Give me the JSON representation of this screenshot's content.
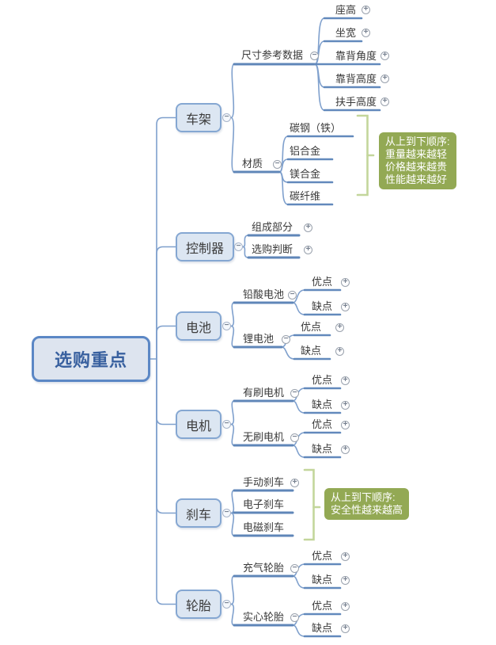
{
  "root": {
    "label": "选购重点"
  },
  "icons": {
    "plus": "+",
    "minus": "−"
  },
  "colors": {
    "connector_line": "#7fa0cd",
    "topic_underline": "#6289bc",
    "node_fill": "#dce6f2",
    "node_border": "#85a7d2",
    "root_border": "#5b87c5",
    "root_text": "#38609f",
    "summary_fill": "#93a954",
    "bracket": "#c3d69b"
  },
  "branches": [
    {
      "label": "车架",
      "children": [
        {
          "label": "尺寸参考数据",
          "expander": "minus",
          "children": [
            {
              "label": "座高",
              "expander": "plus"
            },
            {
              "label": "坐宽",
              "expander": "plus"
            },
            {
              "label": "靠背角度",
              "expander": "plus"
            },
            {
              "label": "靠背高度",
              "expander": "plus"
            },
            {
              "label": "扶手高度",
              "expander": "plus"
            }
          ]
        },
        {
          "label": "材质",
          "expander": "minus",
          "children": [
            {
              "label": "碳钢（铁）"
            },
            {
              "label": "铝合金"
            },
            {
              "label": "镁合金"
            },
            {
              "label": "碳纤维"
            }
          ]
        }
      ]
    },
    {
      "label": "控制器",
      "children": [
        {
          "label": "组成部分",
          "expander": "plus"
        },
        {
          "label": "选购判断",
          "expander": "plus"
        }
      ]
    },
    {
      "label": "电池",
      "children": [
        {
          "label": "铅酸电池",
          "expander": "minus",
          "children": [
            {
              "label": "优点",
              "expander": "plus"
            },
            {
              "label": "缺点",
              "expander": "plus"
            }
          ]
        },
        {
          "label": "锂电池",
          "expander": "minus",
          "children": [
            {
              "label": "优点",
              "expander": "plus"
            },
            {
              "label": "缺点",
              "expander": "plus"
            }
          ]
        }
      ]
    },
    {
      "label": "电机",
      "children": [
        {
          "label": "有刷电机",
          "expander": "minus",
          "children": [
            {
              "label": "优点",
              "expander": "plus"
            },
            {
              "label": "缺点",
              "expander": "plus"
            }
          ]
        },
        {
          "label": "无刷电机",
          "expander": "minus",
          "children": [
            {
              "label": "优点",
              "expander": "plus"
            },
            {
              "label": "缺点",
              "expander": "plus"
            }
          ]
        }
      ]
    },
    {
      "label": "刹车",
      "children": [
        {
          "label": "手动刹车",
          "expander": "plus"
        },
        {
          "label": "电子刹车"
        },
        {
          "label": "电磁刹车"
        }
      ]
    },
    {
      "label": "轮胎",
      "children": [
        {
          "label": "充气轮胎",
          "expander": "minus",
          "children": [
            {
              "label": "优点",
              "expander": "plus"
            },
            {
              "label": "缺点",
              "expander": "plus"
            }
          ]
        },
        {
          "label": "实心轮胎",
          "expander": "minus",
          "children": [
            {
              "label": "优点",
              "expander": "plus"
            },
            {
              "label": "缺点",
              "expander": "plus"
            }
          ]
        }
      ]
    }
  ],
  "summaries": [
    {
      "lines": [
        "从上到下顺序:",
        "重量越来越轻",
        "价格越来越贵",
        "性能越来越好"
      ]
    },
    {
      "lines": [
        "从上到下顺序:",
        "安全性越来越高"
      ]
    }
  ]
}
